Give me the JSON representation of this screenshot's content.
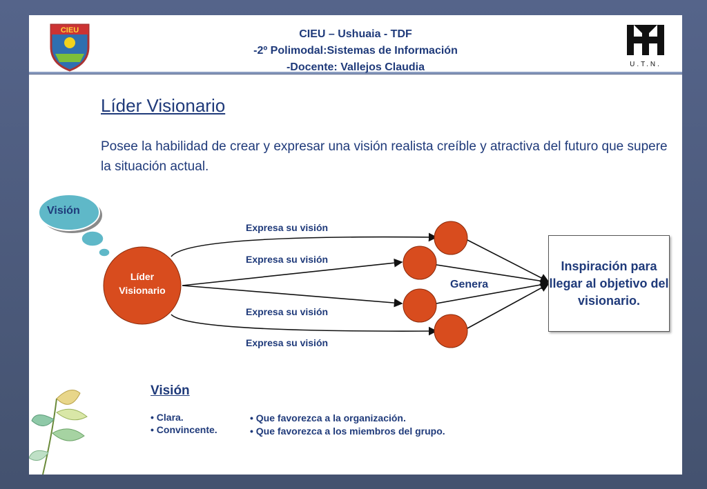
{
  "header": {
    "line1": "CIEU – Ushuaia - TDF",
    "line2": "-2º Polimodal:Sistemas de Información",
    "line3": "-Docente: Vallejos Claudia",
    "logo_left_text": "CIEU",
    "logo_right_text": "U.T.N."
  },
  "title": "Líder Visionario",
  "description": "Posee la habilidad de crear y expresar una visión realista creíble y atractiva del futuro que supere la situación actual.",
  "diagram": {
    "thought_label": "Visión",
    "leader_label_1": "Líder",
    "leader_label_2": "Visionario",
    "arrow_labels": [
      "Expresa su visión",
      "Expresa su visión",
      "Expresa su visión",
      "Expresa su visión"
    ],
    "genera_label": "Genera",
    "inspiration": "Inspiración para llegar al objetivo del visionario."
  },
  "vision": {
    "heading": "Visión",
    "left_bullets": [
      "• Clara.",
      "• Convincente."
    ],
    "right_bullets": [
      "• Que favorezca a la organización.",
      "• Que favorezca a los miembros del grupo."
    ]
  },
  "colors": {
    "accent_text": "#1f3a7a",
    "node_fill": "#d84c1e",
    "cloud_fill": "#5fb8c8",
    "frame": "#4a5878"
  }
}
